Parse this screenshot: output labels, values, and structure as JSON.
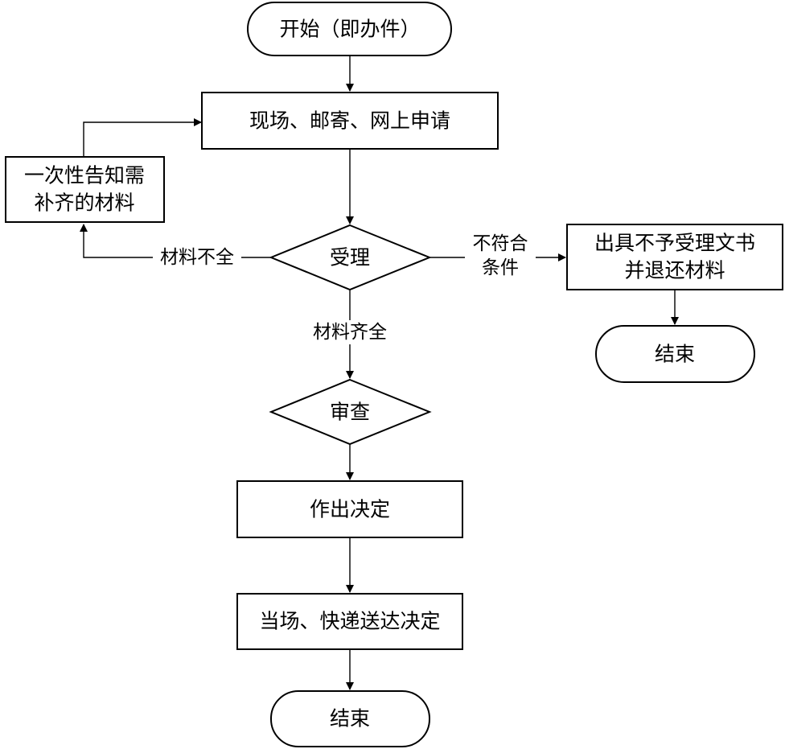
{
  "nodes": {
    "start": "开始（即办件）",
    "apply": "现场、邮寄、网上申请",
    "notify_line1": "一次性告知需",
    "notify_line2": "补齐的材料",
    "accept": "受理",
    "reject_line1": "出具不予受理文书",
    "reject_line2": "并退还材料",
    "end_reject": "结束",
    "review": "审查",
    "decide": "作出决定",
    "deliver": "当场、快递送达决定",
    "end_main": "结束"
  },
  "edges": {
    "incomplete": "材料不全",
    "not_eligible_line1": "不符合",
    "not_eligible_line2": "条件",
    "complete": "材料齐全"
  }
}
